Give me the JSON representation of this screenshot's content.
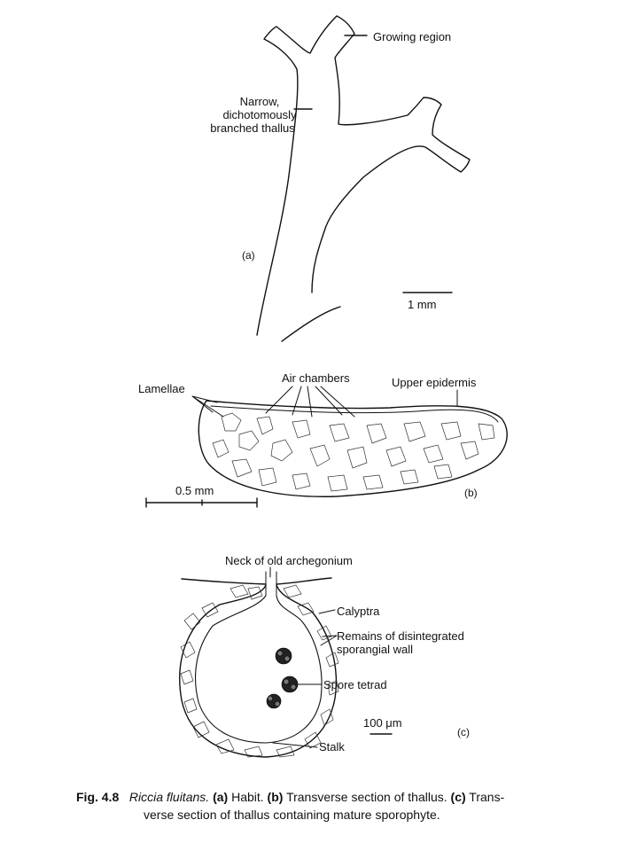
{
  "panel_a": {
    "panel_label": "(a)",
    "growing_region": "Growing region",
    "thallus_l1": "Narrow,",
    "thallus_l2": "dichotomously",
    "thallus_l3": "branched thallus",
    "scale": "1 mm"
  },
  "panel_b": {
    "panel_label": "(b)",
    "lamellae": "Lamellae",
    "air_chambers": "Air chambers",
    "upper_epidermis": "Upper epidermis",
    "scale": "0.5 mm"
  },
  "panel_c": {
    "panel_label": "(c)",
    "neck": "Neck of old archegonium",
    "calyptra": "Calyptra",
    "remains_l1": "Remains of disintegrated",
    "remains_l2": "sporangial wall",
    "spore_tetrad": "Spore tetrad",
    "scale": "100 μm",
    "stalk": "Stalk"
  },
  "caption": {
    "fig_no": "Fig. 4.8",
    "species": "Riccia fluitans.",
    "a": "(a)",
    "a_text": "Habit.",
    "b": "(b)",
    "b_text": "Transverse section of thallus.",
    "c": "(c)",
    "c_text": "Trans-",
    "line2": "verse section of thallus containing mature sporophyte."
  }
}
